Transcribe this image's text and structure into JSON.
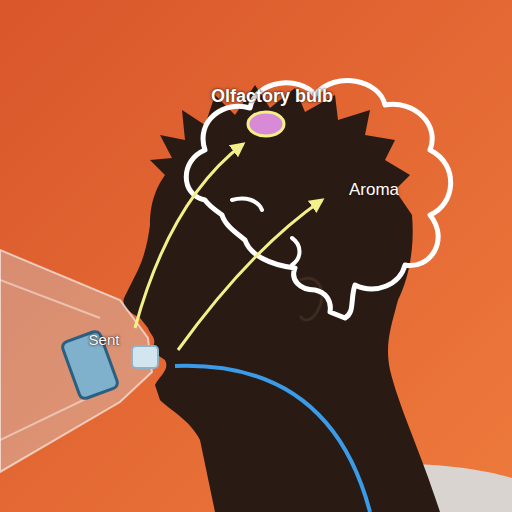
{
  "diagram": {
    "labels": [
      "Olfactory bulb",
      "Aroma",
      "Sent"
    ]
  }
}
